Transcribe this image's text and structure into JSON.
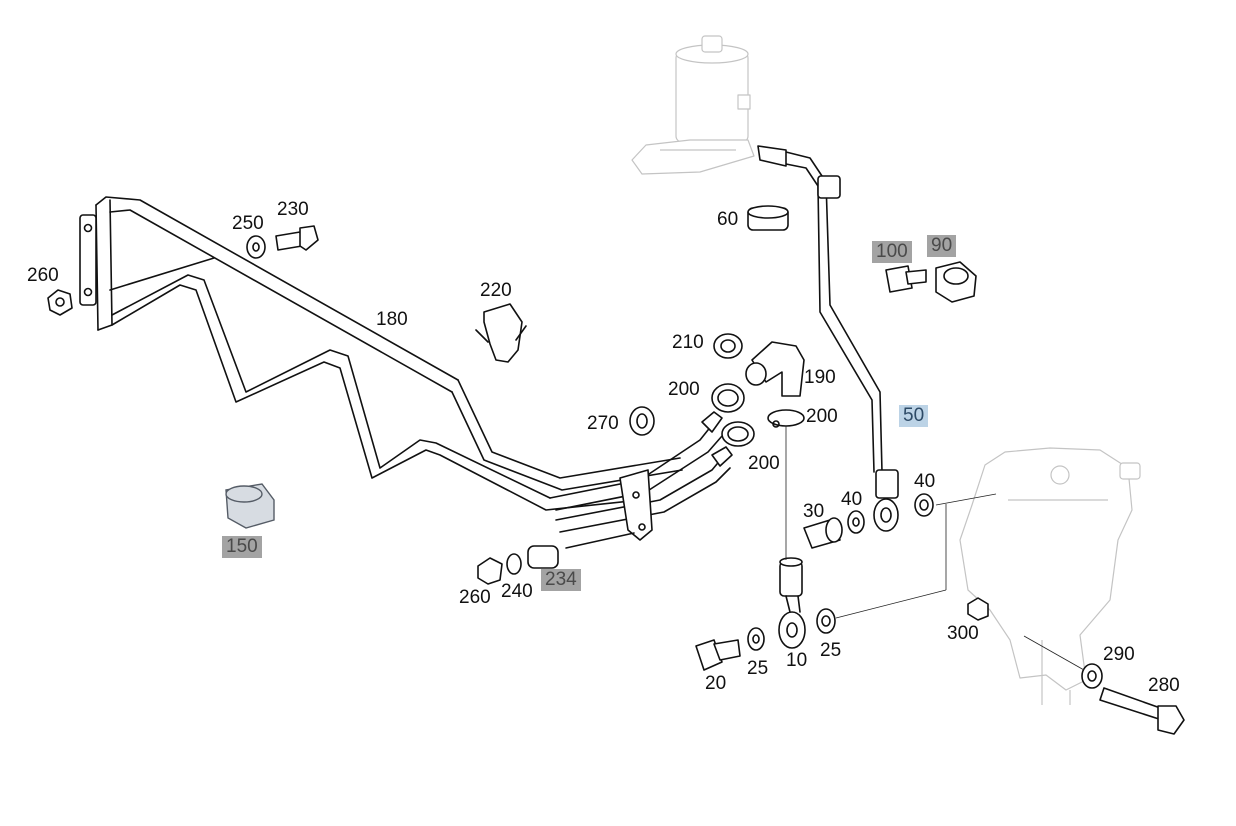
{
  "diagram": {
    "callouts": [
      {
        "id": "c230",
        "text": "230",
        "highlight": "none"
      },
      {
        "id": "c250",
        "text": "250",
        "highlight": "none"
      },
      {
        "id": "c260a",
        "text": "260",
        "highlight": "none"
      },
      {
        "id": "c180",
        "text": "180",
        "highlight": "none"
      },
      {
        "id": "c220",
        "text": "220",
        "highlight": "none"
      },
      {
        "id": "c60",
        "text": "60",
        "highlight": "none"
      },
      {
        "id": "c100",
        "text": "100",
        "highlight": "gray"
      },
      {
        "id": "c90",
        "text": "90",
        "highlight": "gray"
      },
      {
        "id": "c210",
        "text": "210",
        "highlight": "none"
      },
      {
        "id": "c190",
        "text": "190",
        "highlight": "none"
      },
      {
        "id": "c200a",
        "text": "200",
        "highlight": "none"
      },
      {
        "id": "c50",
        "text": "50",
        "highlight": "blue"
      },
      {
        "id": "c270",
        "text": "270",
        "highlight": "none"
      },
      {
        "id": "c200b",
        "text": "200",
        "highlight": "none"
      },
      {
        "id": "c200c",
        "text": "200",
        "highlight": "none"
      },
      {
        "id": "c40a",
        "text": "40",
        "highlight": "none"
      },
      {
        "id": "c40b",
        "text": "40",
        "highlight": "none"
      },
      {
        "id": "c30",
        "text": "30",
        "highlight": "none"
      },
      {
        "id": "c150",
        "text": "150",
        "highlight": "gray"
      },
      {
        "id": "c234",
        "text": "234",
        "highlight": "gray"
      },
      {
        "id": "c260b",
        "text": "260",
        "highlight": "none"
      },
      {
        "id": "c240",
        "text": "240",
        "highlight": "none"
      },
      {
        "id": "c300",
        "text": "300",
        "highlight": "none"
      },
      {
        "id": "c290",
        "text": "290",
        "highlight": "none"
      },
      {
        "id": "c280",
        "text": "280",
        "highlight": "none"
      },
      {
        "id": "c20",
        "text": "20",
        "highlight": "none"
      },
      {
        "id": "c25a",
        "text": "25",
        "highlight": "none"
      },
      {
        "id": "c10",
        "text": "10",
        "highlight": "none"
      },
      {
        "id": "c25b",
        "text": "25",
        "highlight": "none"
      }
    ],
    "colors": {
      "highlight_gray": "#a3a3a3",
      "highlight_blue": "#bcd3e6",
      "ghost_outline": "#c4c4c4",
      "line": "#111111"
    }
  }
}
